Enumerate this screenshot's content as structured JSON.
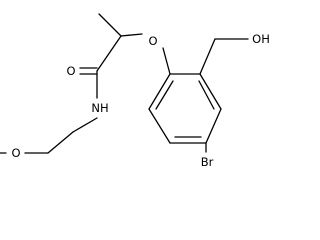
{
  "molecule": {
    "atoms": {
      "o_ether": "O",
      "o_carbonyl": "O",
      "nh": "NH",
      "o_methoxy": "O",
      "oh": "OH",
      "br": "Br"
    },
    "label_color": "#000000",
    "bond_color": "#000000"
  }
}
